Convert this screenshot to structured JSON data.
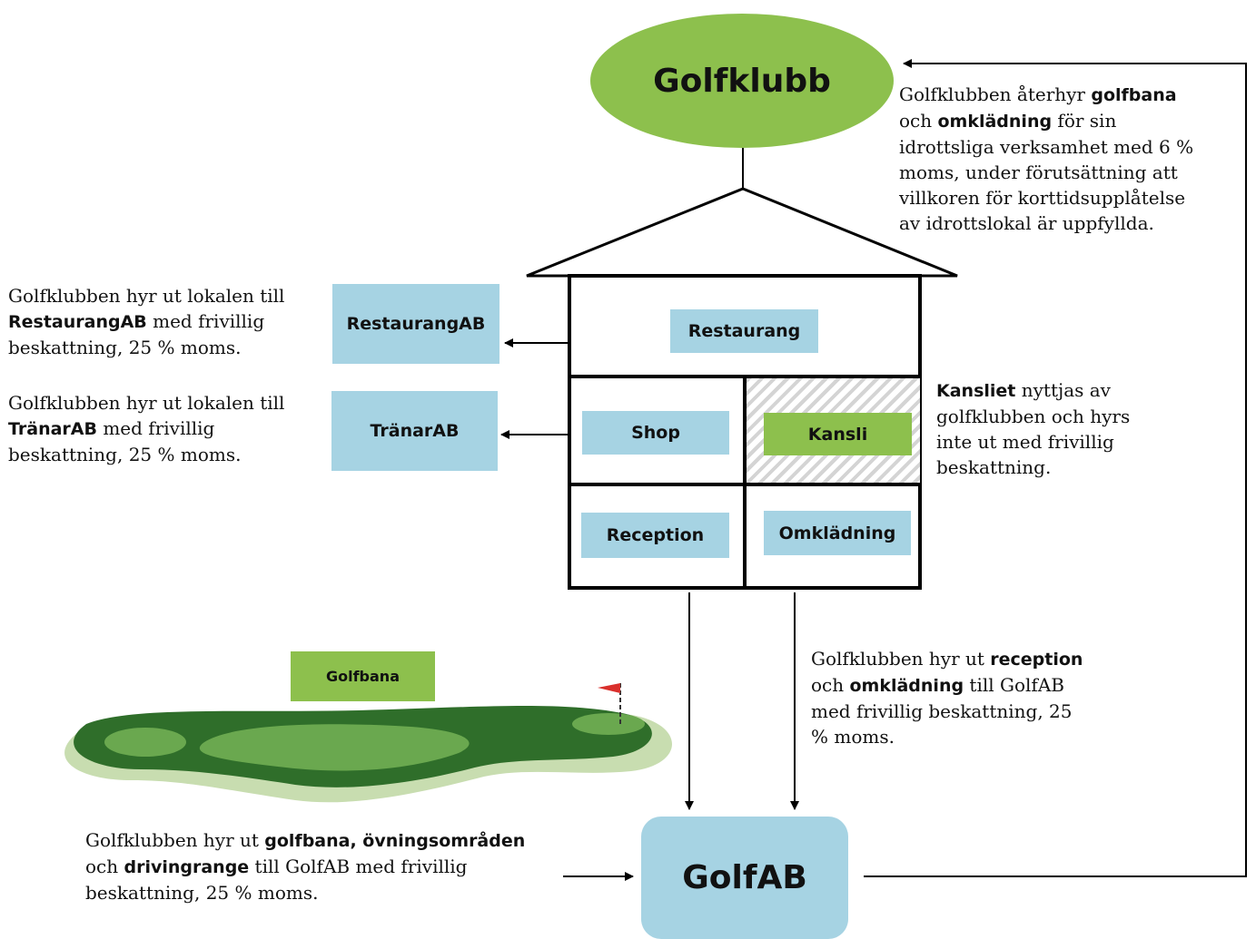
{
  "nodes": {
    "golfklubb": "Golfklubb",
    "golfab": "GolfAB",
    "restaurangab": "RestaurangAB",
    "tranarab": "TränarAB",
    "restaurang": "Restaurang",
    "shop": "Shop",
    "kansli": "Kansli",
    "reception": "Reception",
    "omkladning": "Omklädning",
    "golfbana": "Golfbana"
  },
  "notes": {
    "top_right": {
      "t1": "Golfklubben återhyr ",
      "b1": "golfbana",
      "t2": "och ",
      "b2": "omklädning",
      "t3": " för sin",
      "t4": "idrottsliga verksamhet med 6 %",
      "t5": "moms, under förutsättning att",
      "t6": "villkoren för korttidsupplåtelse",
      "t7": "av idrottslokal är uppfyllda."
    },
    "restaurang": {
      "t1": "Golfklubben hyr ut lokalen till",
      "b1": "RestaurangAB",
      "t2": " med frivillig",
      "t3": "beskattning, 25 % moms."
    },
    "tranar": {
      "t1": "Golfklubben hyr ut lokalen till",
      "b1": "TränarAB",
      "t2": " med frivillig",
      "t3": "beskattning, 25 % moms."
    },
    "kansli": {
      "b1": "Kansliet",
      "t1": " nyttjas av",
      "t2": "golfklubben och hyrs",
      "t3": "inte ut med frivillig",
      "t4": "beskattning."
    },
    "reception": {
      "t1": "Golfklubben hyr ut ",
      "b1": "reception",
      "t2": "och ",
      "b2": "omklädning",
      "t3": " till GolfAB",
      "t4": "med frivillig beskattning, 25",
      "t5": "% moms."
    },
    "golfbana": {
      "t1": "Golfklubben hyr ut ",
      "b1": "golfbana, övningsområden",
      "t2": "och ",
      "b2": "drivingrange",
      "t3": " till GolfAB med frivillig",
      "t4": "beskattning, 25 % moms."
    }
  },
  "colors": {
    "green": "#8dc04d",
    "blue": "#a6d3e3",
    "line": "#000000",
    "grass_dark": "#2f6e2a",
    "grass_light": "#6aa84f",
    "shadow": "#c8ddb0",
    "flag": "#d9302c"
  }
}
